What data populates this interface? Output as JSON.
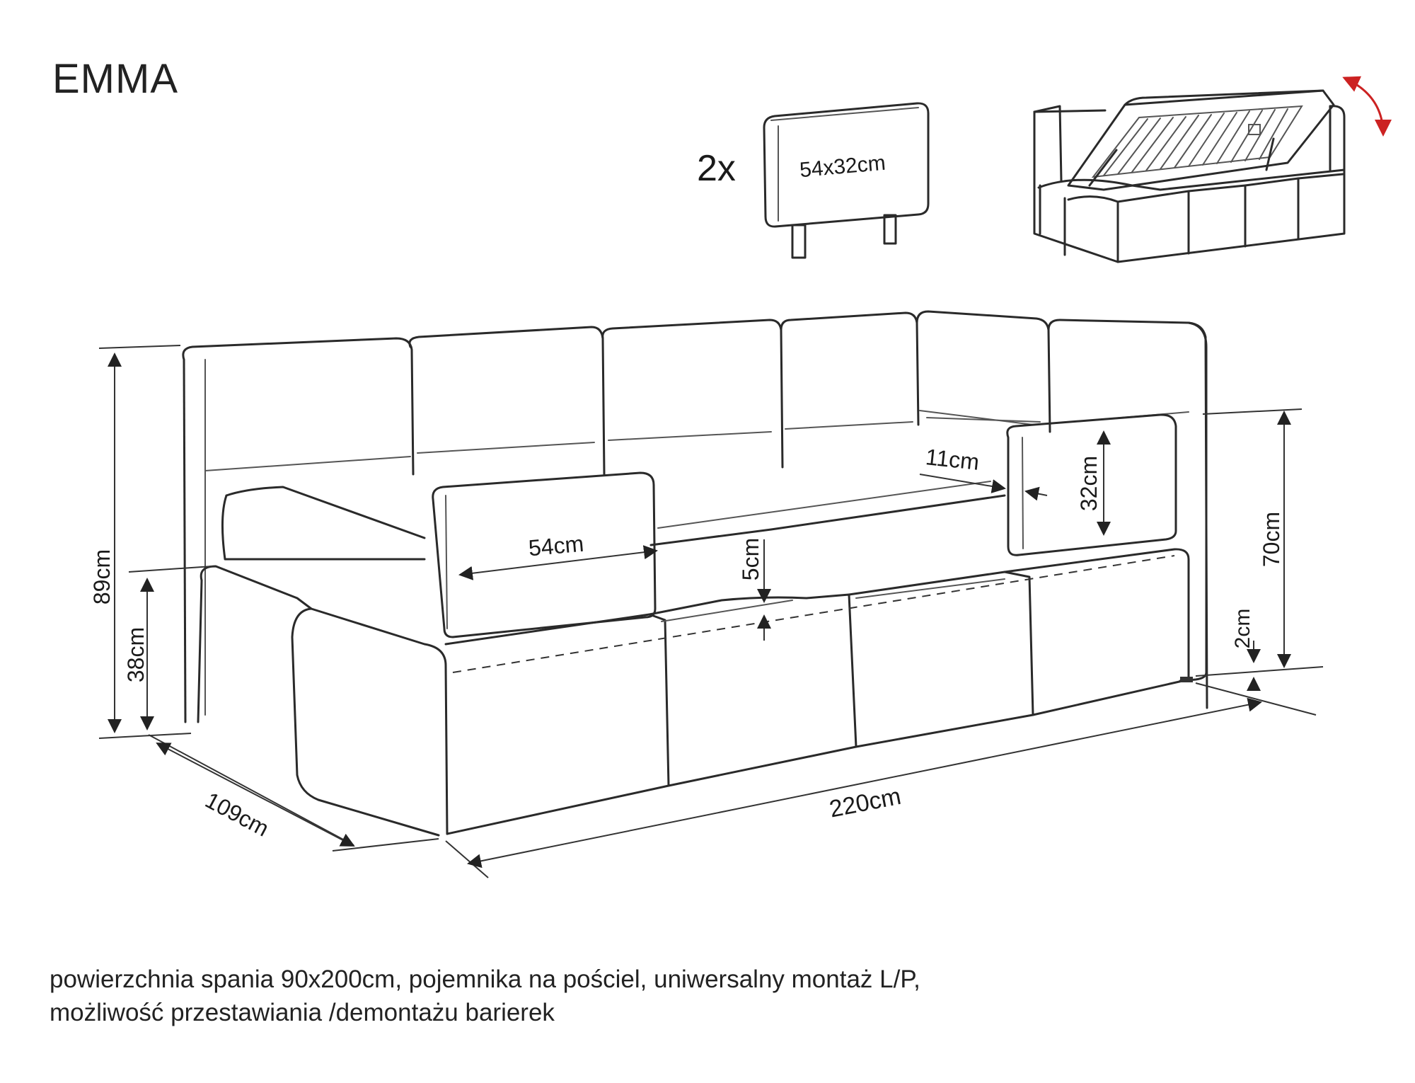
{
  "title": "EMMA",
  "cushion": {
    "quantity": "2x",
    "size": "54x32cm"
  },
  "dimensions": {
    "total_height": "89cm",
    "seat_height": "38cm",
    "depth": "109cm",
    "length": "220cm",
    "cushion_width": "54cm",
    "cushion_height": "32cm",
    "cushion_thickness": "11cm",
    "seat_step": "5cm",
    "back_height": "70cm",
    "leg_height": "2cm"
  },
  "description": [
    "powierzchnia spania 90x200cm, pojemnika na pościel, uniwersalny montaż L/P,",
    "możliwość przestawiania /demontażu barierek"
  ],
  "colors": {
    "lines": "#2a2a2a",
    "rotation_arrow": "#cc2222"
  }
}
